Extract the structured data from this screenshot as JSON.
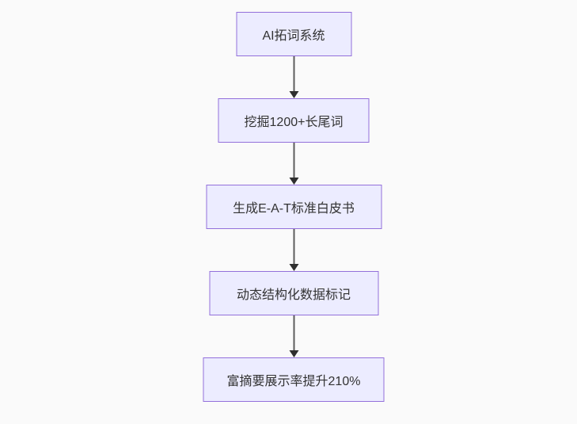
{
  "diagram": {
    "type": "flowchart",
    "direction": "top-down",
    "nodes": [
      {
        "label": "AI拓词系统"
      },
      {
        "label": "挖掘1200+长尾词"
      },
      {
        "label": "生成E-A-T标准白皮书"
      },
      {
        "label": "动态结构化数据标记"
      },
      {
        "label": "富摘要展示率提升210%"
      }
    ],
    "edges": [
      {
        "from": 0,
        "to": 1,
        "style": "arrow-down"
      },
      {
        "from": 1,
        "to": 2,
        "style": "arrow-down"
      },
      {
        "from": 2,
        "to": 3,
        "style": "arrow-down"
      },
      {
        "from": 3,
        "to": 4,
        "style": "arrow-down"
      }
    ],
    "colors": {
      "background": "#fafafa",
      "node_fill": "#ececff",
      "node_border": "#9370db",
      "node_text": "#333333",
      "edge_line": "#5c5c5c",
      "arrow_head": "#2f2f2f"
    }
  }
}
